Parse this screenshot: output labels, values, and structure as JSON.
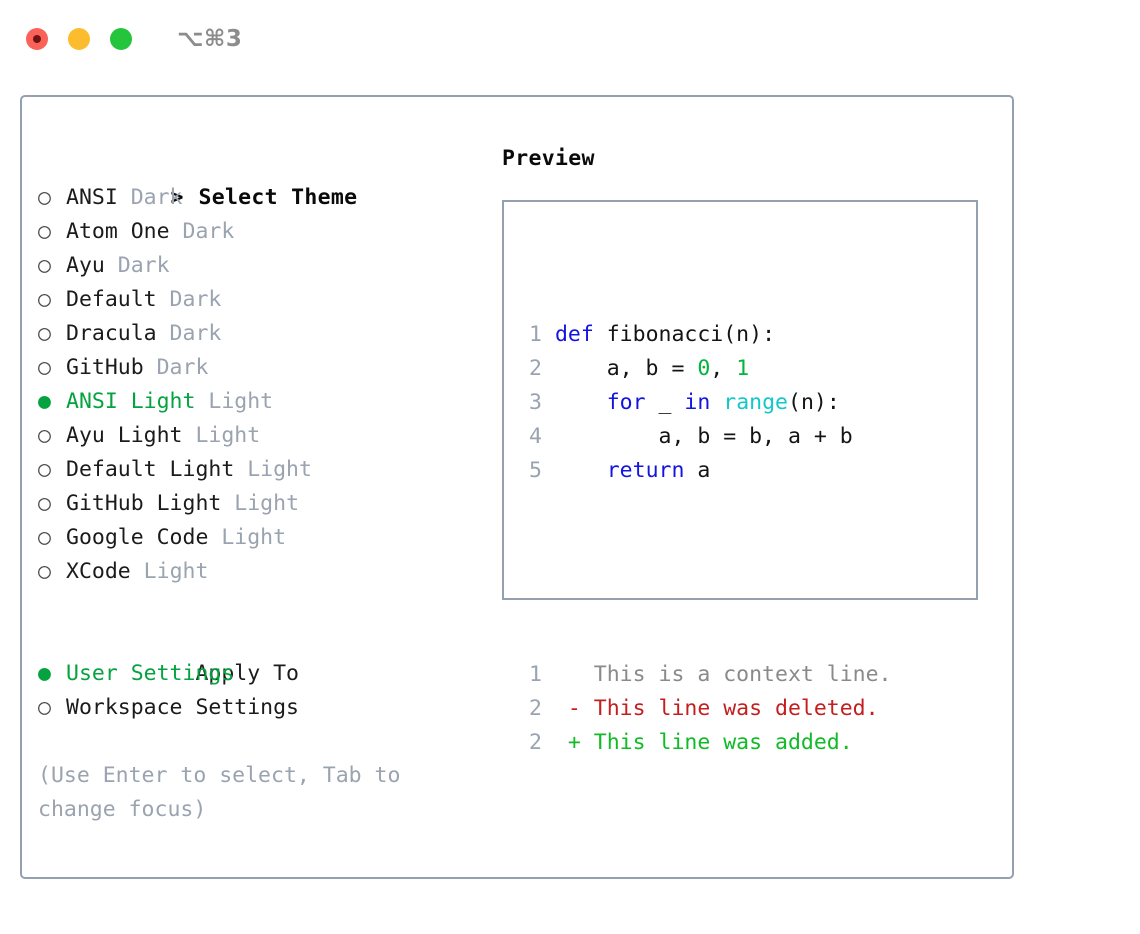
{
  "titlebar": {
    "shortcut": "⌥⌘3",
    "buttons": [
      {
        "name": "close",
        "color": "#fa6158"
      },
      {
        "name": "minimize",
        "color": "#fbbd2e"
      },
      {
        "name": "zoom",
        "color": "#24c53c"
      }
    ]
  },
  "theme_picker": {
    "header_prefix": ">",
    "header": "Select Theme",
    "radio_off": "○",
    "radio_on": "●",
    "items": [
      {
        "name": "ANSI",
        "variant": "Dark",
        "selected": false
      },
      {
        "name": "Atom One",
        "variant": "Dark",
        "selected": false
      },
      {
        "name": "Ayu",
        "variant": "Dark",
        "selected": false
      },
      {
        "name": "Default",
        "variant": "Dark",
        "selected": false
      },
      {
        "name": "Dracula",
        "variant": "Dark",
        "selected": false
      },
      {
        "name": "GitHub",
        "variant": "Dark",
        "selected": false
      },
      {
        "name": "ANSI Light",
        "variant": "Light",
        "selected": true
      },
      {
        "name": "Ayu Light",
        "variant": "Light",
        "selected": false
      },
      {
        "name": "Default Light",
        "variant": "Light",
        "selected": false
      },
      {
        "name": "GitHub Light",
        "variant": "Light",
        "selected": false
      },
      {
        "name": "Google Code",
        "variant": "Light",
        "selected": false
      },
      {
        "name": "XCode",
        "variant": "Light",
        "selected": false
      }
    ]
  },
  "apply_to": {
    "header": "Apply To",
    "items": [
      {
        "name": "User Settings",
        "selected": true
      },
      {
        "name": "Workspace Settings",
        "selected": false
      }
    ]
  },
  "hint": "(Use Enter to select, Tab to change focus)",
  "preview": {
    "title": "Preview",
    "code_lines": [
      {
        "number": "1",
        "tokens": [
          {
            "t": "def",
            "c": "kw"
          },
          {
            "t": " fibonacci(n):",
            "c": "plain"
          }
        ]
      },
      {
        "number": "2",
        "tokens": [
          {
            "t": "    a, b = ",
            "c": "plain"
          },
          {
            "t": "0",
            "c": "num"
          },
          {
            "t": ", ",
            "c": "plain"
          },
          {
            "t": "1",
            "c": "num"
          }
        ]
      },
      {
        "number": "3",
        "tokens": [
          {
            "t": "    ",
            "c": "plain"
          },
          {
            "t": "for",
            "c": "kw"
          },
          {
            "t": " _ ",
            "c": "plain"
          },
          {
            "t": "in",
            "c": "kw"
          },
          {
            "t": " ",
            "c": "plain"
          },
          {
            "t": "range",
            "c": "fn"
          },
          {
            "t": "(n):",
            "c": "plain"
          }
        ]
      },
      {
        "number": "4",
        "tokens": [
          {
            "t": "        a, b = b, a + b",
            "c": "plain"
          }
        ]
      },
      {
        "number": "5",
        "tokens": [
          {
            "t": "    ",
            "c": "plain"
          },
          {
            "t": "return",
            "c": "kw"
          },
          {
            "t": " a",
            "c": "plain"
          }
        ]
      }
    ],
    "diff_lines": [
      {
        "number": "1",
        "marker": " ",
        "text": "This is a context line.",
        "kind": "ctx"
      },
      {
        "number": "2",
        "marker": "-",
        "text": "This line was deleted.",
        "kind": "del"
      },
      {
        "number": "2",
        "marker": "+",
        "text": "This line was added.",
        "kind": "add"
      }
    ]
  },
  "colors": {
    "accent_green": "#04a33f",
    "muted": "#9aa3b0",
    "border": "#94a0b0",
    "keyword": "#1414e0",
    "number": "#04b33c",
    "function": "#12c8c8",
    "diff_add": "#10bb26",
    "diff_del": "#c41e1e"
  }
}
